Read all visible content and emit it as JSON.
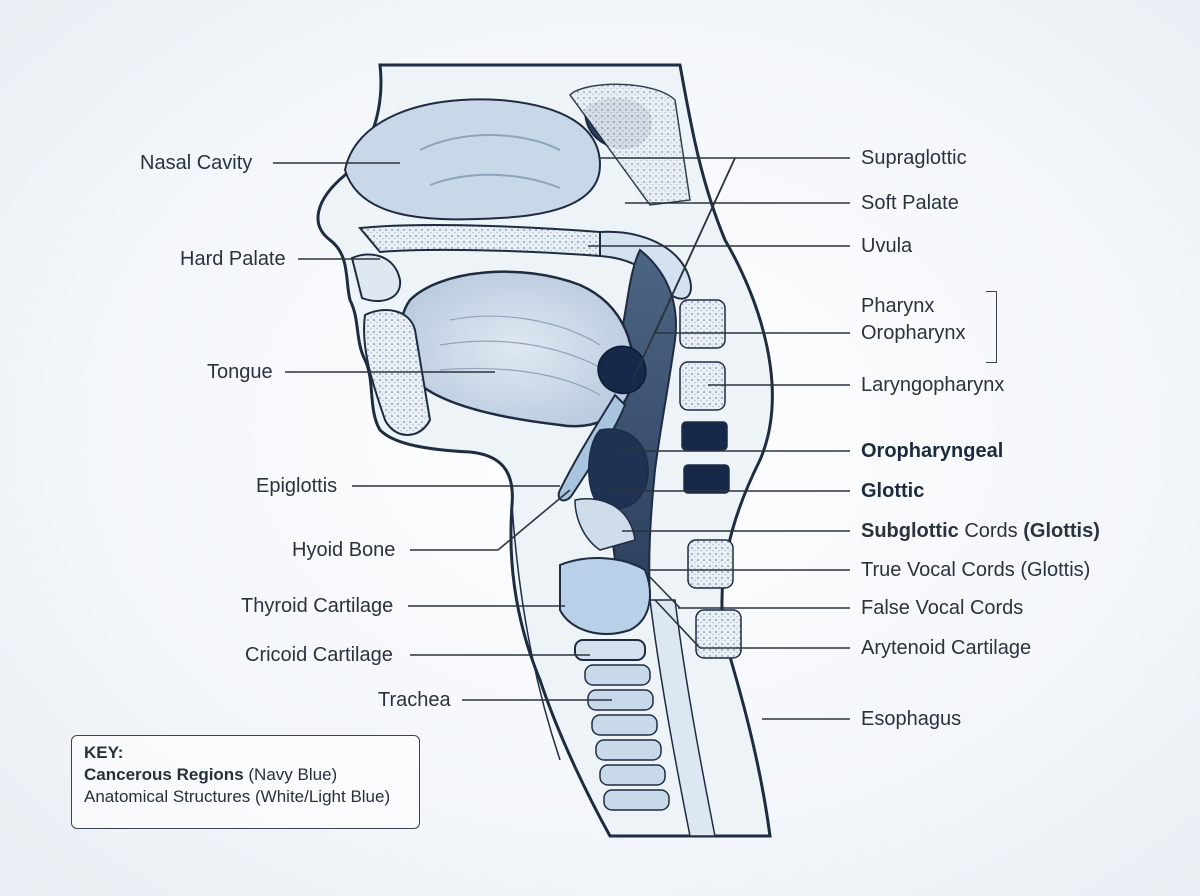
{
  "labels_left": {
    "nasal_cavity": "Nasal Cavity",
    "hard_palate": "Hard Palate",
    "tongue": "Tongue",
    "epiglottis": "Epiglottis",
    "hyoid_bone": "Hyoid Bone",
    "thyroid_cartilage": "Thyroid Cartilage",
    "cricoid_cartilage": "Cricoid Cartilage",
    "trachea": "Trachea"
  },
  "labels_right": {
    "supraglottic": "Supraglottic",
    "soft_palate": "Soft Palate",
    "uvula": "Uvula",
    "pharynx": "Pharynx",
    "oropharynx": "Oropharynx",
    "laryngopharynx": "Laryngopharynx",
    "oropharyngeal": "Oropharyngeal",
    "glottic": "Glottic",
    "subglottic_bold": "Subglottic",
    "subglottic_cords": " Cords ",
    "subglottic_glottis": "(Glottis)",
    "true_vocal_cords": "True Vocal Cords (Glottis)",
    "false_vocal_cords": "False Vocal Cords",
    "arytenoid_cartilage": "Arytenoid Cartilage",
    "esophagus": "Esophagus"
  },
  "key": {
    "title": "KEY:",
    "cancerous_bold": "Cancerous Regions",
    "cancerous_note": " (Navy Blue)",
    "anatomical": "Anatomical Structures (White/Light Blue)"
  },
  "colors": {
    "navy_cancer": "#16294a",
    "outline": "#1e2c42",
    "light_blue": "#c9dbec",
    "pale_blue": "#e3ecf5",
    "leader_line": "#2b333d"
  }
}
